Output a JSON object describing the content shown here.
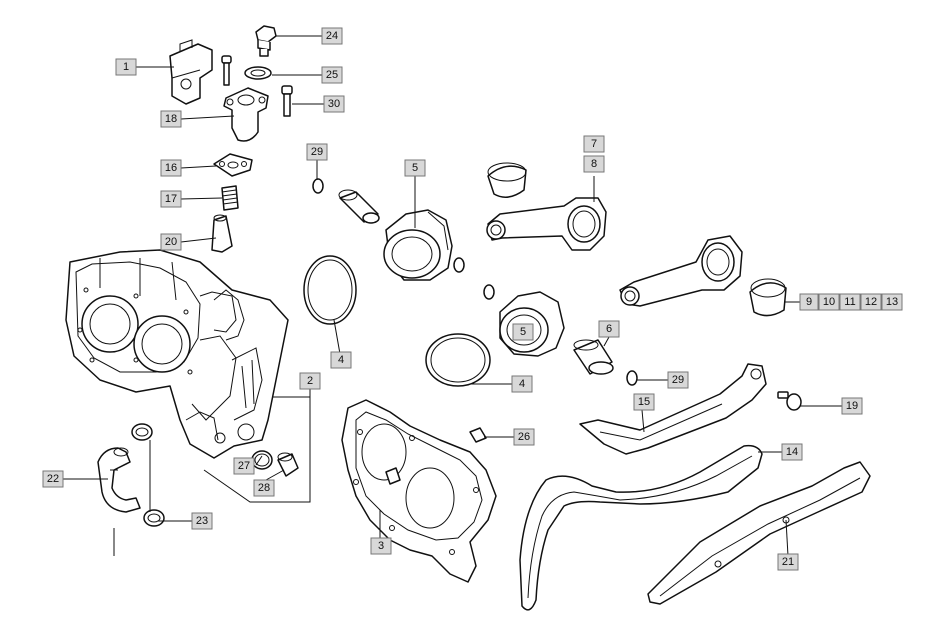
{
  "callouts": {
    "c1": "1",
    "c2": "2",
    "c3": "3",
    "c4a": "4",
    "c4b": "4",
    "c5a": "5",
    "c5b": "5",
    "c6": "6",
    "c7": "7",
    "c8": "8",
    "c9": "9",
    "c10": "10",
    "c11": "11",
    "c12": "12",
    "c13": "13",
    "c14": "14",
    "c15": "15",
    "c16": "16",
    "c17": "17",
    "c18": "18",
    "c19": "19",
    "c20": "20",
    "c21": "21",
    "c22": "22",
    "c23": "23",
    "c24": "24",
    "c25": "25",
    "c26": "26",
    "c27": "27",
    "c28": "28",
    "c29a": "29",
    "c29b": "29",
    "c30": "30"
  },
  "colors": {
    "line": "#111111",
    "callout_fill": "#d8d8d8",
    "callout_border": "#777777",
    "background": "#ffffff"
  }
}
